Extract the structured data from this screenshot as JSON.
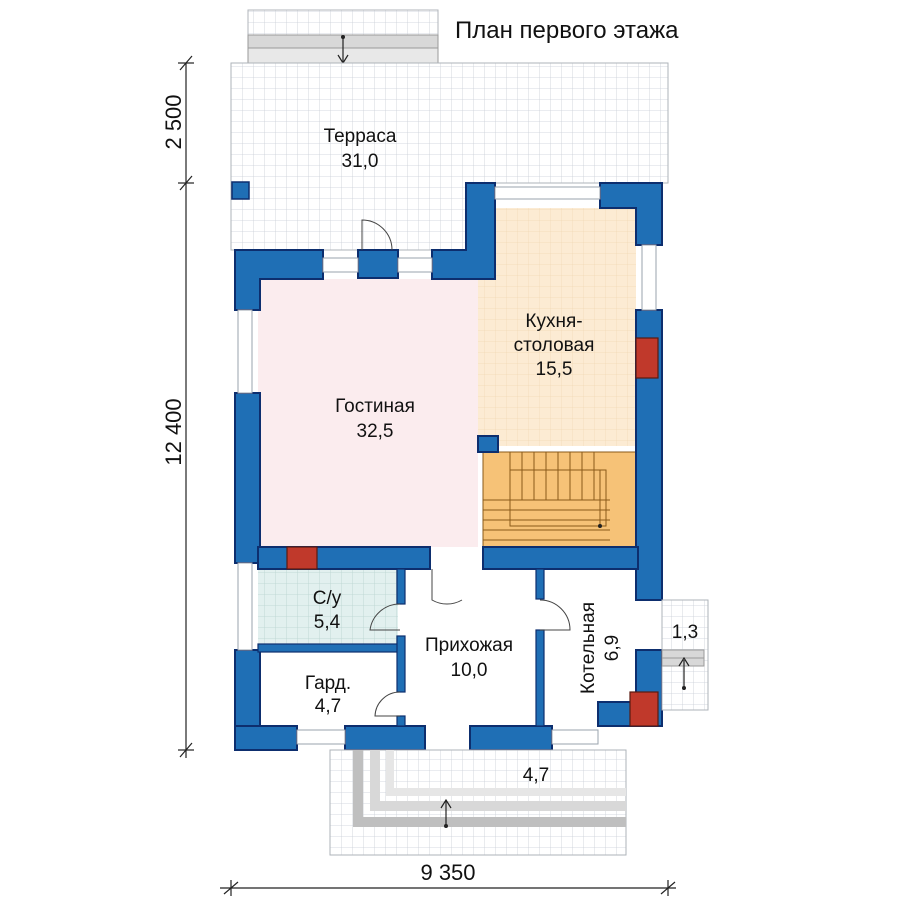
{
  "title": "План первого этажа",
  "rooms": {
    "terrace": {
      "name": "Терраса",
      "area": "31,0"
    },
    "living": {
      "name": "Гостиная",
      "area": "32,5"
    },
    "kitchen": {
      "name_line1": "Кухня-",
      "name_line2": "столовая",
      "area": "15,5"
    },
    "wc": {
      "name": "С/у",
      "area": "5,4"
    },
    "hall": {
      "name": "Прихожая",
      "area": "10,0"
    },
    "wardrobe": {
      "name": "Гард.",
      "area": "4,7"
    },
    "boiler": {
      "name": "Котельная",
      "area": "6,9"
    },
    "porch_side": {
      "area": "1,3"
    },
    "porch_front": {
      "area": "4,7"
    }
  },
  "dimensions": {
    "top": "2 500",
    "side": "12 400",
    "bottom": "9 350"
  },
  "colors": {
    "wall": "#1f6fb5",
    "wall_dark": "#0d2e6e",
    "living": "#fbecee",
    "kitchen": "#fcebd3",
    "stairs": "#f6c277",
    "wc": "#e2f0ef",
    "tile_grid": "#c9ced6",
    "chimney": "#c0392b"
  }
}
